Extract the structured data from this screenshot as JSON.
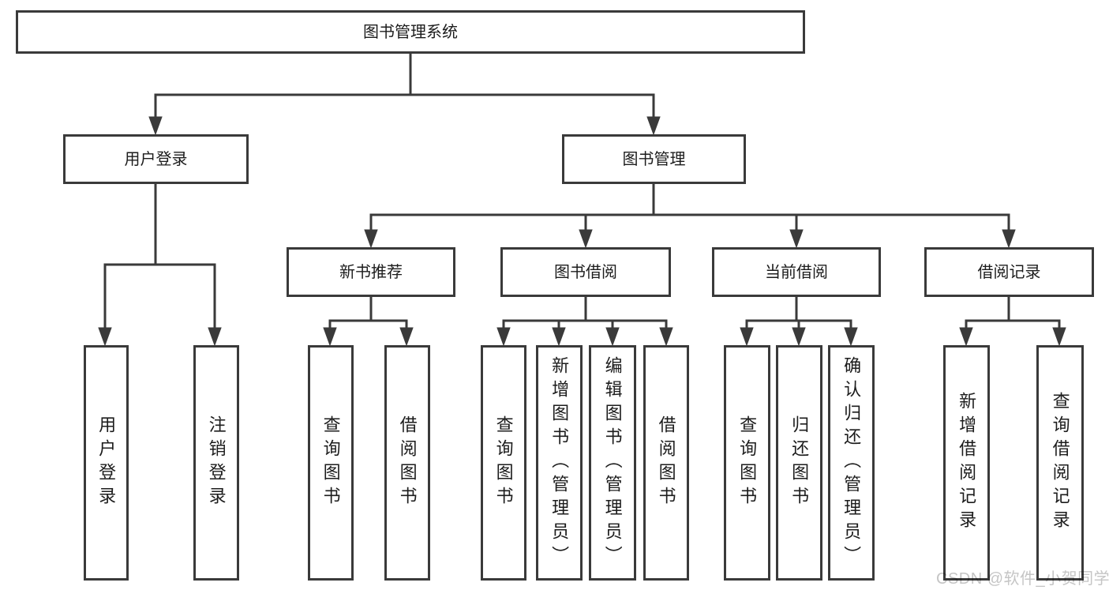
{
  "diagram": {
    "title": "图书管理系统",
    "type": "hierarchy-tree",
    "colors": {
      "line": "#3a3a3a",
      "box_border": "#3a3a3a",
      "box_background": "#ffffff",
      "text": "#1c1c1c",
      "watermark": "#c5c5c5",
      "background": "#ffffff"
    },
    "tree": {
      "root": {
        "label": "图书管理系统"
      },
      "children": [
        {
          "label": "用户登录",
          "children": [
            {
              "label": "用户登录"
            },
            {
              "label": "注销登录"
            }
          ]
        },
        {
          "label": "图书管理",
          "children": [
            {
              "label": "新书推荐",
              "children": [
                {
                  "label": "查询图书"
                },
                {
                  "label": "借阅图书"
                }
              ]
            },
            {
              "label": "图书借阅",
              "children": [
                {
                  "label": "查询图书"
                },
                {
                  "label": "新增图书（管理员）"
                },
                {
                  "label": "编辑图书（管理员）"
                },
                {
                  "label": "借阅图书"
                }
              ]
            },
            {
              "label": "当前借阅",
              "children": [
                {
                  "label": "查询图书"
                },
                {
                  "label": "归还图书"
                },
                {
                  "label": "确认归还（管理员）"
                }
              ]
            },
            {
              "label": "借阅记录",
              "children": [
                {
                  "label": "新增借阅记录"
                },
                {
                  "label": "查询借阅记录"
                }
              ]
            }
          ]
        }
      ]
    }
  },
  "watermark": {
    "text": "CSDN @软件_小贺同学"
  }
}
